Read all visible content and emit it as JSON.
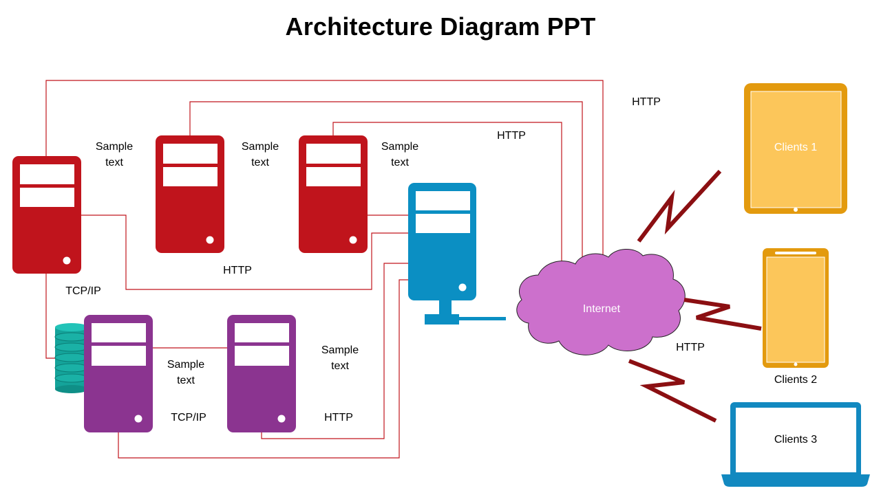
{
  "title": "Architecture Diagram PPT",
  "labels": {
    "http_top_right": "HTTP",
    "http_upper": "HTTP",
    "http_middle": "HTTP",
    "http_bottom": "HTTP",
    "http_clients": "HTTP",
    "tcpip_left": "TCP/IP",
    "tcpip_bottom": "TCP/IP",
    "sample_1": "Sample\ntext",
    "sample_2": "Sample\ntext",
    "sample_3": "Sample\ntext",
    "sample_4": "Sample\ntext",
    "sample_5": "Sample\ntext"
  },
  "cloud": {
    "label": "Internet"
  },
  "clients": {
    "tablet": "Clients 1",
    "phone": "Clients 2",
    "laptop": "Clients 3"
  },
  "colors": {
    "red_server": "#c0141c",
    "purple_server": "#8b3490",
    "blue_server": "#0b8fc3",
    "database": "#1fb3a8",
    "cloud": "#cc70cc",
    "wire": "#c0141c",
    "lightning": "#8b0f12",
    "tablet_frame": "#e39a0e",
    "tablet_screen": "#fcc65a",
    "laptop_frame": "#1289c0"
  }
}
